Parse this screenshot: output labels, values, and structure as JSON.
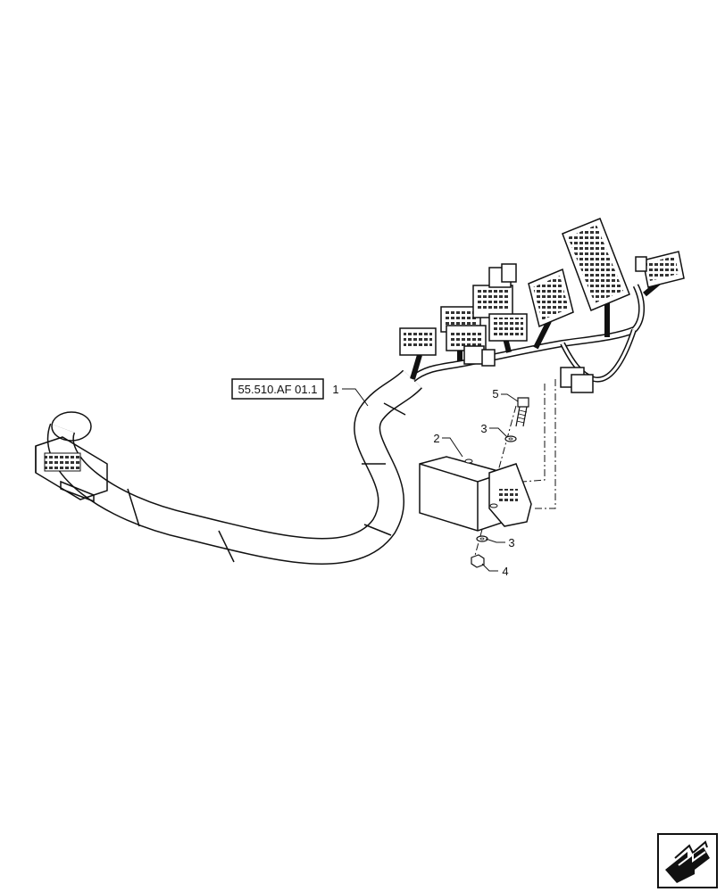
{
  "reference": {
    "text": "55.510.AF 01.1"
  },
  "callouts": [
    {
      "id": "callout-1",
      "text": "1"
    },
    {
      "id": "callout-2",
      "text": "2"
    },
    {
      "id": "callout-3a",
      "text": "3"
    },
    {
      "id": "callout-3b",
      "text": "3"
    },
    {
      "id": "callout-4",
      "text": "4"
    },
    {
      "id": "callout-5",
      "text": "5"
    }
  ],
  "nav": {
    "icon": "next-page-arrow-icon"
  }
}
